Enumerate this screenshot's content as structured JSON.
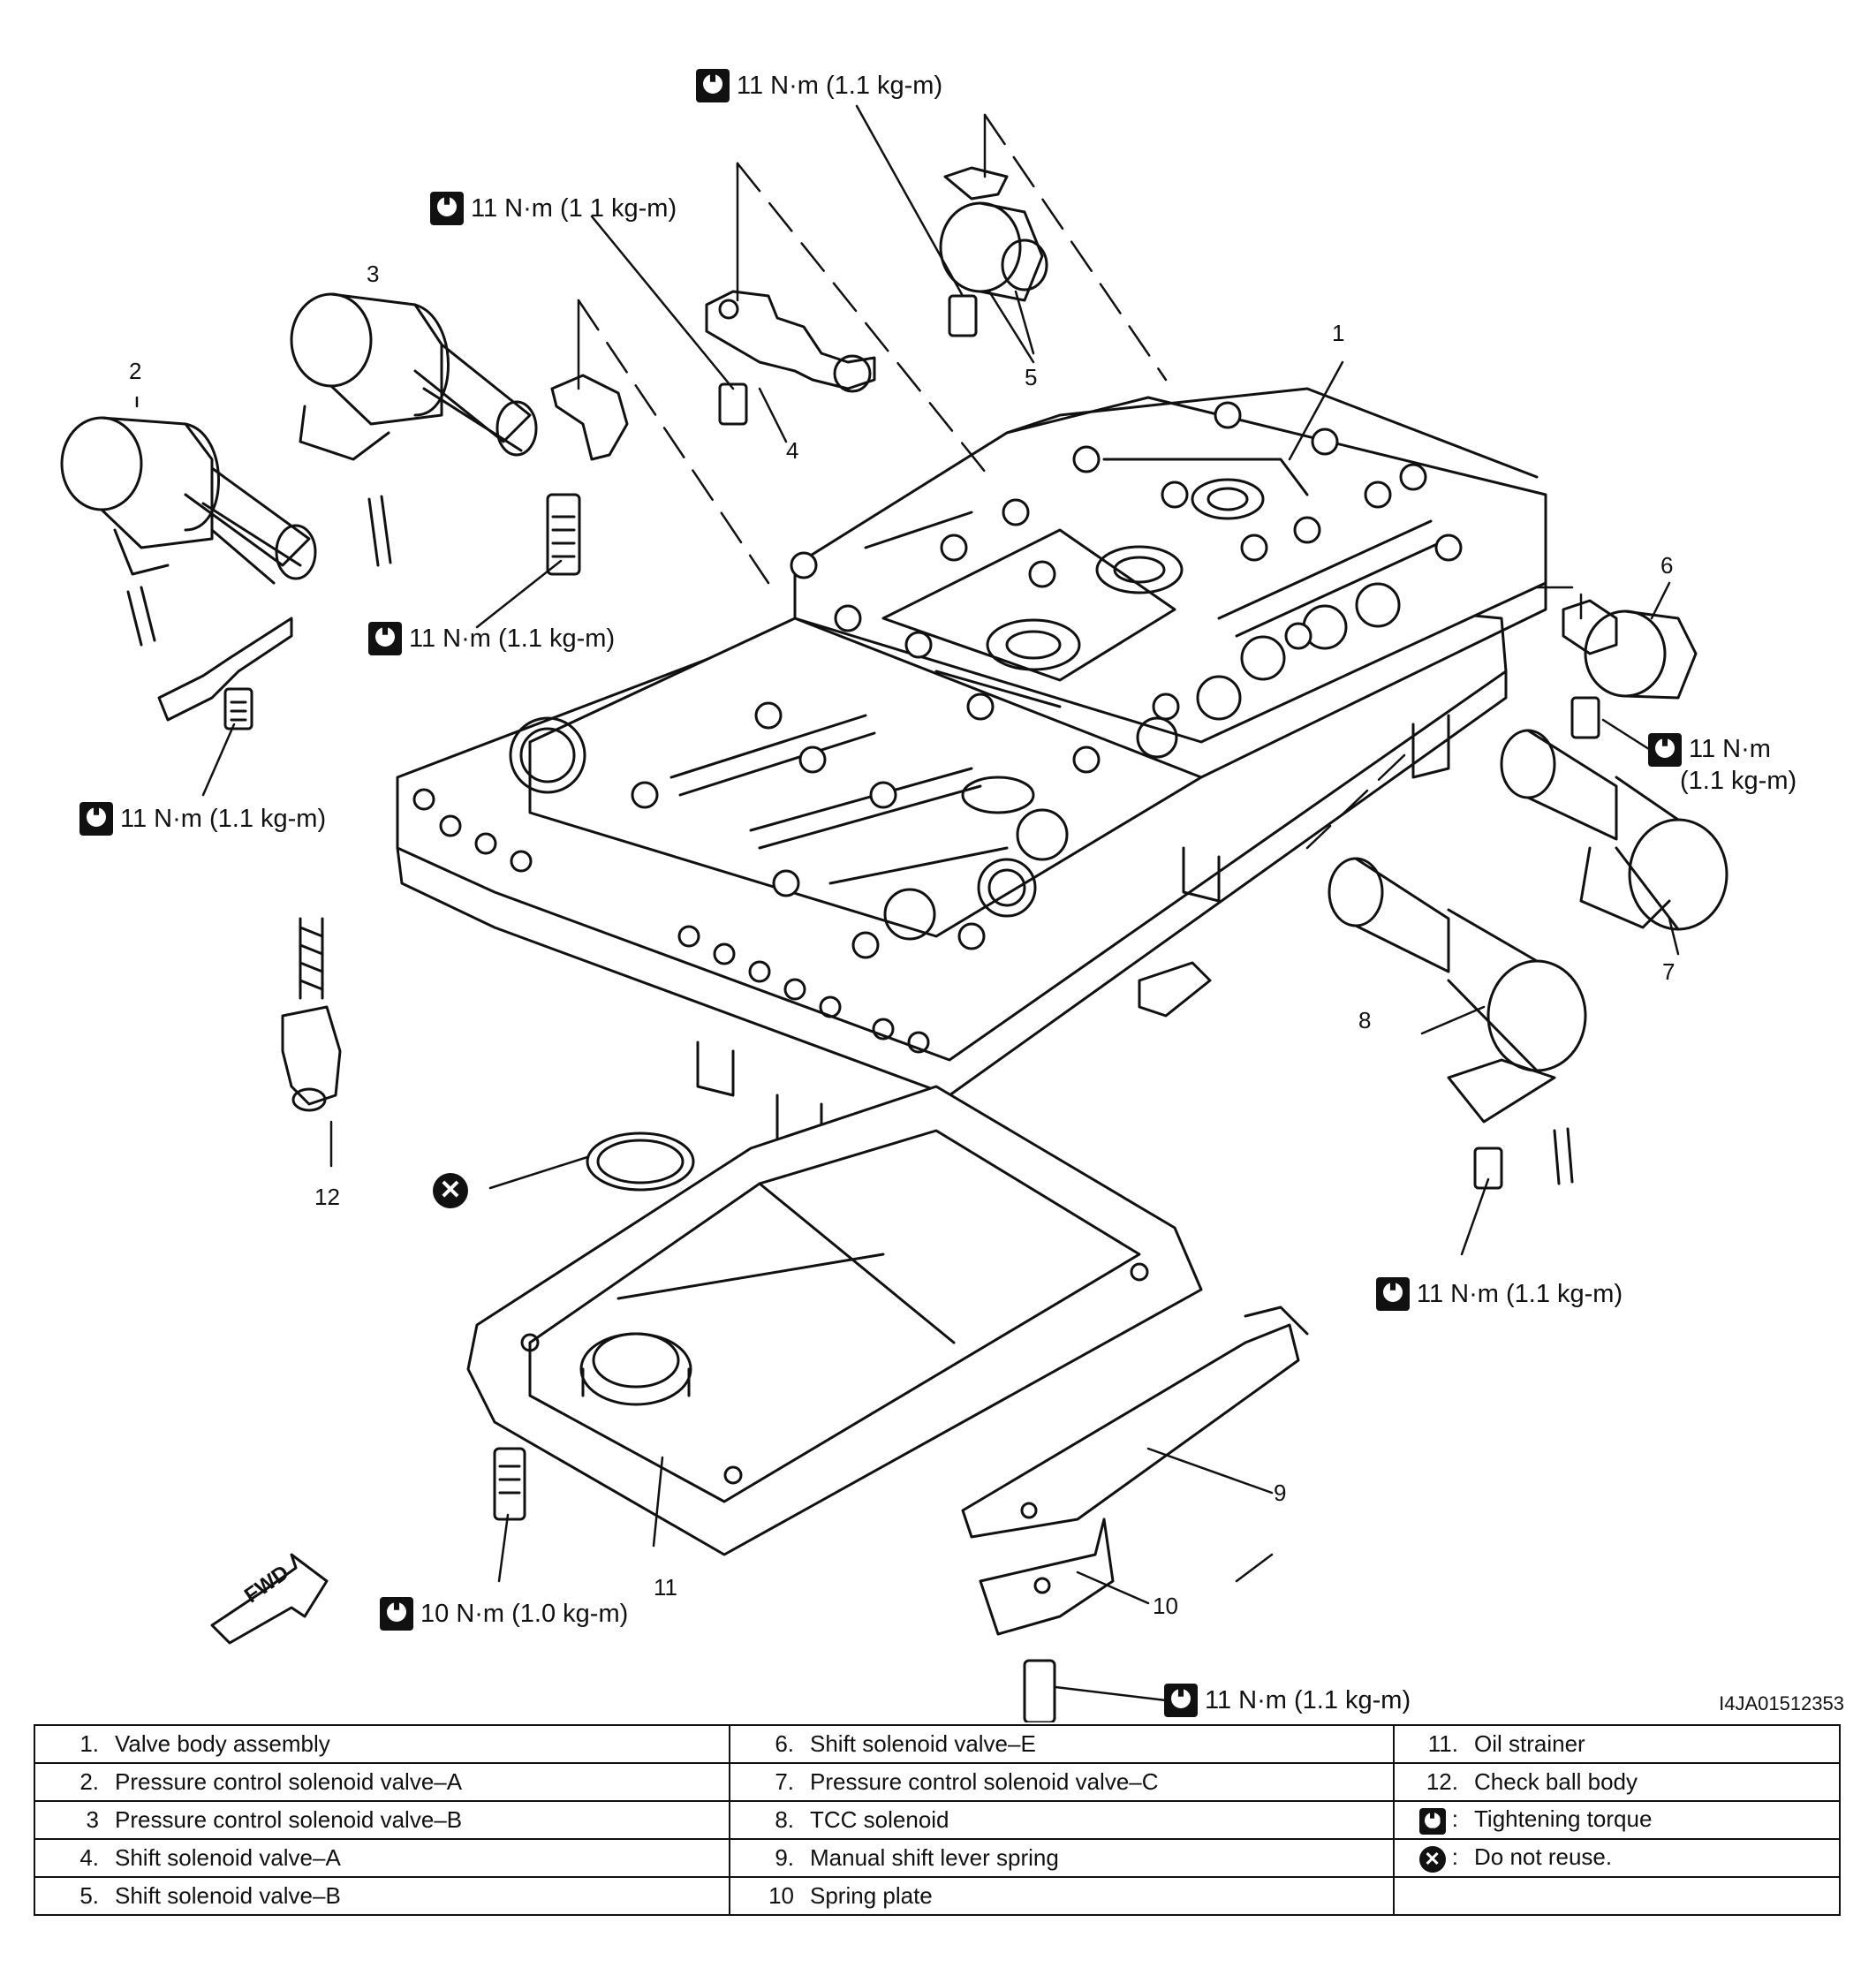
{
  "torque_labels": {
    "t_top": "11 N·m (1.1 kg-m)",
    "t_solenoid3": "11 N·m (1 1 kg-m)",
    "t_mid": "11 N·m (1.1 kg-m)",
    "t_left": "11 N·m (1.1 kg-m)",
    "t_right_line1": "11 N·m",
    "t_right_line2": "(1.1 kg-m)",
    "t_lower_right": "11 N·m (1.1 kg-m)",
    "t_strainer": "10 N·m (1.0 kg-m)",
    "t_bottom": "11 N·m (1.1 kg-m)"
  },
  "callouts": [
    "1",
    "2",
    "3",
    "4",
    "5",
    "6",
    "7",
    "8",
    "9",
    "10",
    "11",
    "12"
  ],
  "fwd_label": "FWD",
  "figure_id": "I4JA01512353",
  "legend": {
    "col1": [
      {
        "num": "1.",
        "text": "Valve body assembly"
      },
      {
        "num": "2.",
        "text": "Pressure control solenoid valve–A"
      },
      {
        "num": "3",
        "text": "Pressure control solenoid valve–B"
      },
      {
        "num": "4.",
        "text": "Shift solenoid valve–A"
      },
      {
        "num": "5.",
        "text": "Shift solenoid valve–B"
      }
    ],
    "col2": [
      {
        "num": "6.",
        "text": "Shift solenoid valve–E"
      },
      {
        "num": "7.",
        "text": "Pressure control solenoid valve–C"
      },
      {
        "num": "8.",
        "text": "TCC solenoid"
      },
      {
        "num": "9.",
        "text": "Manual shift lever spring"
      },
      {
        "num": "10",
        "text": "Spring plate"
      }
    ],
    "col3": [
      {
        "num": "11.",
        "text": "Oil strainer"
      },
      {
        "num": "12.",
        "text": "Check ball body"
      },
      {
        "num": ":",
        "text": "Tightening torque"
      },
      {
        "num": ":",
        "text": "Do not reuse."
      },
      {
        "num": "",
        "text": ""
      }
    ]
  }
}
